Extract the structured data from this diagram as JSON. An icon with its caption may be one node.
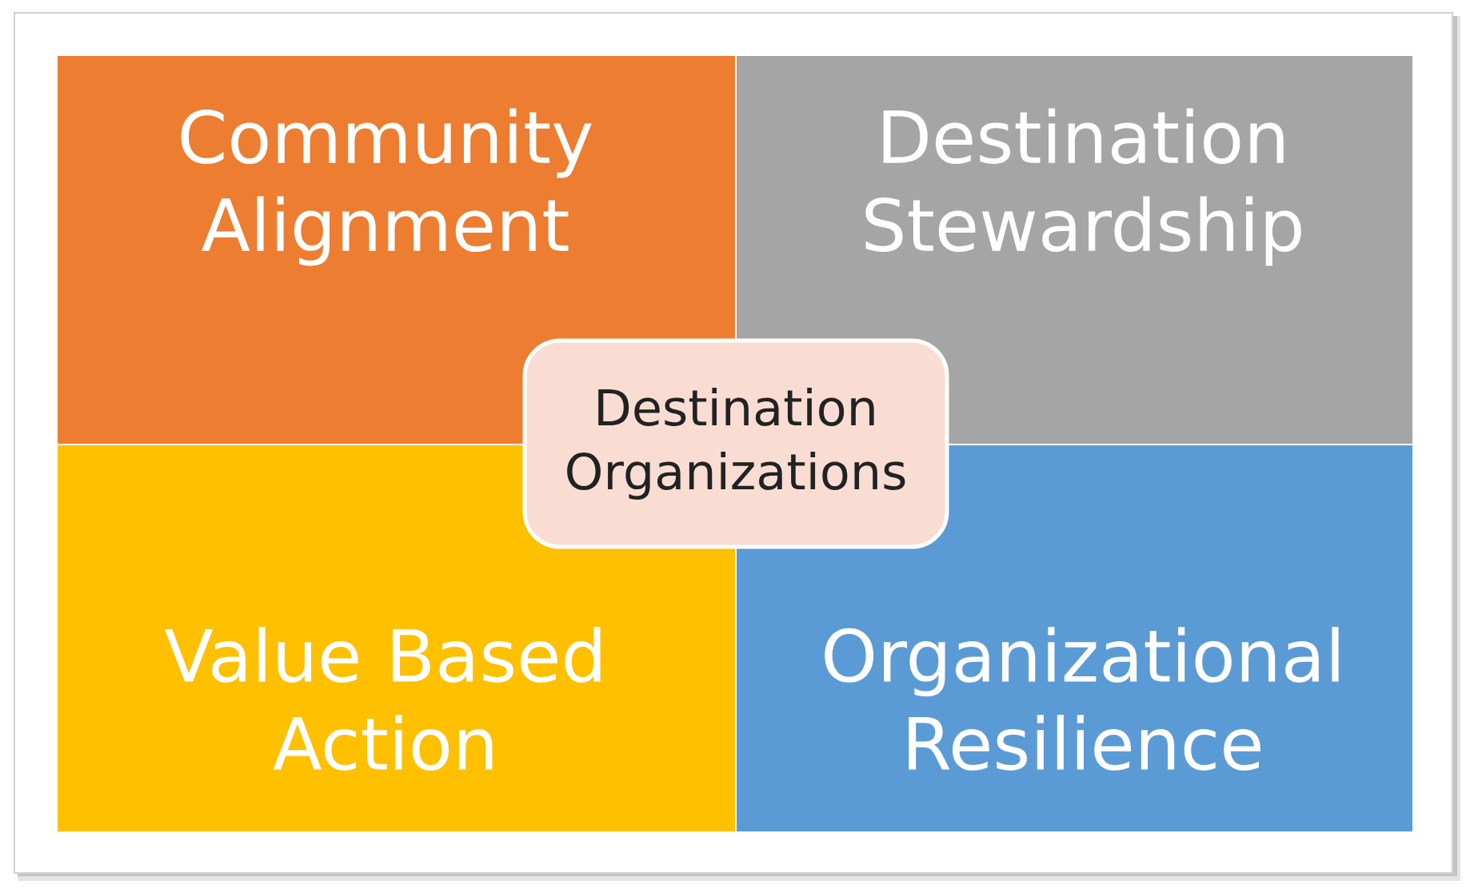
{
  "diagram": {
    "nodes": [
      {
        "text": [
          "Community Alignment"
        ]
      },
      {
        "text": [
          "Destination Stewardship"
        ]
      },
      {
        "text": [
          "Destination Organizations"
        ]
      },
      {
        "text": [
          "Value Based Action"
        ]
      },
      {
        "text": [
          "Organizational Resilience"
        ]
      }
    ]
  }
}
